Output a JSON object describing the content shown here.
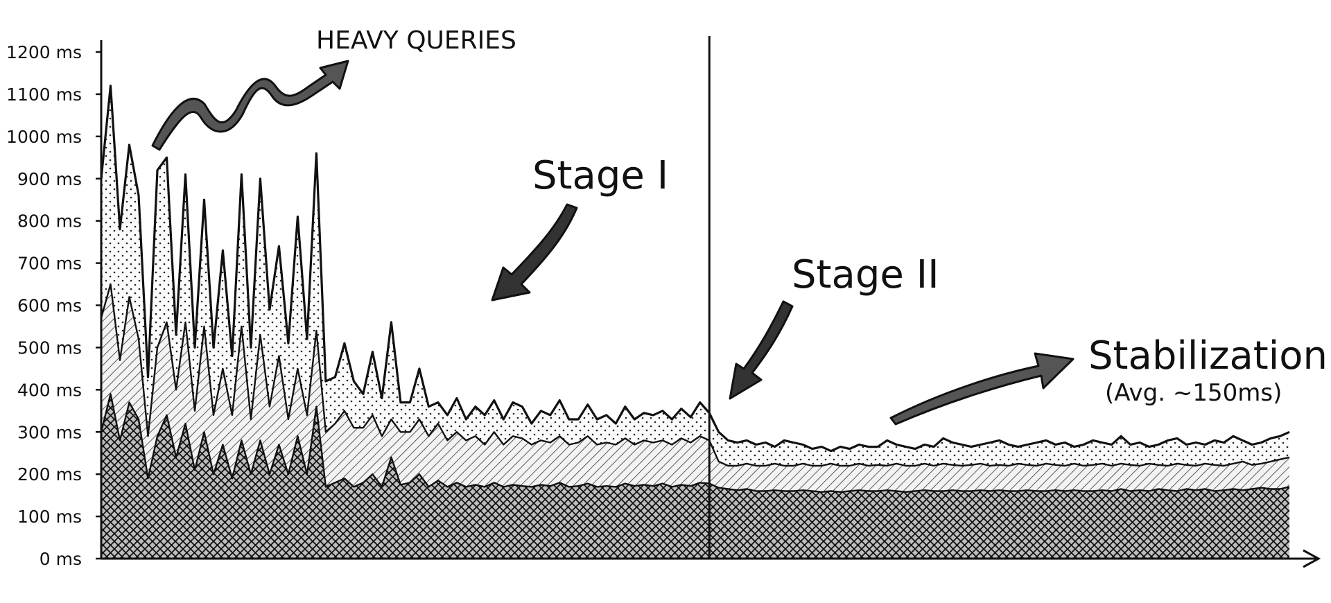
{
  "chart_data": {
    "type": "area",
    "ylim": [
      0,
      1200
    ],
    "y_unit": "ms",
    "y_ticks": [
      0,
      100,
      200,
      300,
      400,
      500,
      600,
      700,
      800,
      900,
      1000,
      1100,
      1200
    ],
    "y_tick_labels": [
      "0 ms",
      "100 ms",
      "200 ms",
      "300 ms",
      "400 ms",
      "500 ms",
      "600 ms",
      "700 ms",
      "800 ms",
      "900 ms",
      "1000 ms",
      "1100 ms",
      "1200 ms"
    ],
    "stage_divider_x": 65,
    "grid": false,
    "x": [
      0,
      1,
      2,
      3,
      4,
      5,
      6,
      7,
      8,
      9,
      10,
      11,
      12,
      13,
      14,
      15,
      16,
      17,
      18,
      19,
      20,
      21,
      22,
      23,
      24,
      25,
      26,
      27,
      28,
      29,
      30,
      31,
      32,
      33,
      34,
      35,
      36,
      37,
      38,
      39,
      40,
      41,
      42,
      43,
      44,
      45,
      46,
      47,
      48,
      49,
      50,
      51,
      52,
      53,
      54,
      55,
      56,
      57,
      58,
      59,
      60,
      61,
      62,
      63,
      64,
      65,
      66,
      67,
      68,
      69,
      70,
      71,
      72,
      73,
      74,
      75,
      76,
      77,
      78,
      79,
      80,
      81,
      82,
      83,
      84,
      85,
      86,
      87,
      88,
      89,
      90,
      91,
      92,
      93,
      94,
      95,
      96,
      97,
      98,
      99,
      100,
      101,
      102,
      103,
      104,
      105,
      106,
      107,
      108,
      109,
      110,
      111,
      112,
      113,
      114,
      115,
      116,
      117,
      118,
      119,
      120,
      121,
      122,
      123,
      124,
      125,
      126,
      127
    ],
    "series": [
      {
        "fill": "dots",
        "values": [
          900,
          1120,
          780,
          980,
          860,
          430,
          920,
          950,
          530,
          910,
          500,
          850,
          500,
          730,
          480,
          910,
          500,
          900,
          590,
          740,
          510,
          810,
          520,
          960,
          420,
          430,
          510,
          420,
          390,
          490,
          380,
          560,
          370,
          370,
          450,
          360,
          370,
          340,
          380,
          330,
          360,
          340,
          375,
          330,
          370,
          360,
          320,
          350,
          340,
          375,
          330,
          330,
          365,
          330,
          340,
          320,
          360,
          330,
          345,
          340,
          350,
          330,
          355,
          335,
          370,
          345,
          300,
          280,
          275,
          280,
          270,
          275,
          265,
          280,
          275,
          270,
          260,
          265,
          255,
          265,
          260,
          270,
          265,
          265,
          280,
          270,
          265,
          260,
          270,
          265,
          285,
          275,
          270,
          265,
          270,
          275,
          280,
          270,
          265,
          270,
          275,
          280,
          270,
          275,
          265,
          270,
          280,
          275,
          270,
          290,
          270,
          275,
          265,
          270,
          280,
          285,
          270,
          275,
          270,
          280,
          275,
          290,
          280,
          270,
          275,
          285,
          290,
          300
        ]
      },
      {
        "fill": "hatch",
        "values": [
          570,
          650,
          470,
          620,
          520,
          290,
          500,
          560,
          400,
          560,
          350,
          550,
          340,
          450,
          340,
          550,
          330,
          530,
          360,
          480,
          330,
          450,
          340,
          540,
          300,
          320,
          350,
          310,
          310,
          340,
          290,
          330,
          300,
          300,
          330,
          290,
          320,
          280,
          300,
          280,
          290,
          270,
          300,
          270,
          290,
          285,
          270,
          280,
          275,
          290,
          270,
          275,
          290,
          270,
          275,
          270,
          285,
          270,
          280,
          275,
          280,
          270,
          285,
          275,
          290,
          280,
          230,
          220,
          220,
          225,
          220,
          220,
          225,
          220,
          220,
          225,
          220,
          220,
          225,
          220,
          220,
          225,
          220,
          222,
          220,
          225,
          220,
          220,
          225,
          220,
          225,
          222,
          220,
          222,
          225,
          220,
          222,
          220,
          225,
          222,
          220,
          225,
          222,
          220,
          225,
          220,
          222,
          225,
          220,
          225,
          222,
          220,
          225,
          222,
          220,
          225,
          222,
          220,
          225,
          222,
          220,
          225,
          230,
          222,
          225,
          230,
          235,
          240
        ]
      },
      {
        "fill": "crosshatch",
        "values": [
          300,
          390,
          280,
          370,
          330,
          190,
          290,
          340,
          240,
          320,
          210,
          300,
          200,
          270,
          190,
          280,
          200,
          280,
          200,
          270,
          200,
          290,
          200,
          360,
          170,
          180,
          190,
          170,
          180,
          200,
          170,
          240,
          175,
          180,
          200,
          170,
          185,
          170,
          180,
          170,
          175,
          170,
          180,
          170,
          175,
          172,
          170,
          175,
          172,
          180,
          170,
          172,
          178,
          170,
          172,
          170,
          178,
          172,
          175,
          172,
          178,
          170,
          175,
          172,
          180,
          178,
          168,
          165,
          162,
          165,
          160,
          160,
          162,
          160,
          160,
          162,
          160,
          158,
          160,
          158,
          160,
          162,
          160,
          160,
          162,
          160,
          158,
          160,
          162,
          160,
          160,
          162,
          160,
          160,
          162,
          160,
          162,
          160,
          160,
          162,
          160,
          160,
          162,
          160,
          162,
          160,
          160,
          162,
          160,
          165,
          160,
          162,
          160,
          165,
          162,
          160,
          165,
          162,
          165,
          160,
          162,
          165,
          162,
          165,
          168,
          165,
          165,
          170
        ]
      }
    ],
    "annotations": [
      "HEAVY QUERIES",
      "Stage I",
      "Stage II",
      "Stabilization",
      "(Avg. ~150ms)"
    ]
  }
}
